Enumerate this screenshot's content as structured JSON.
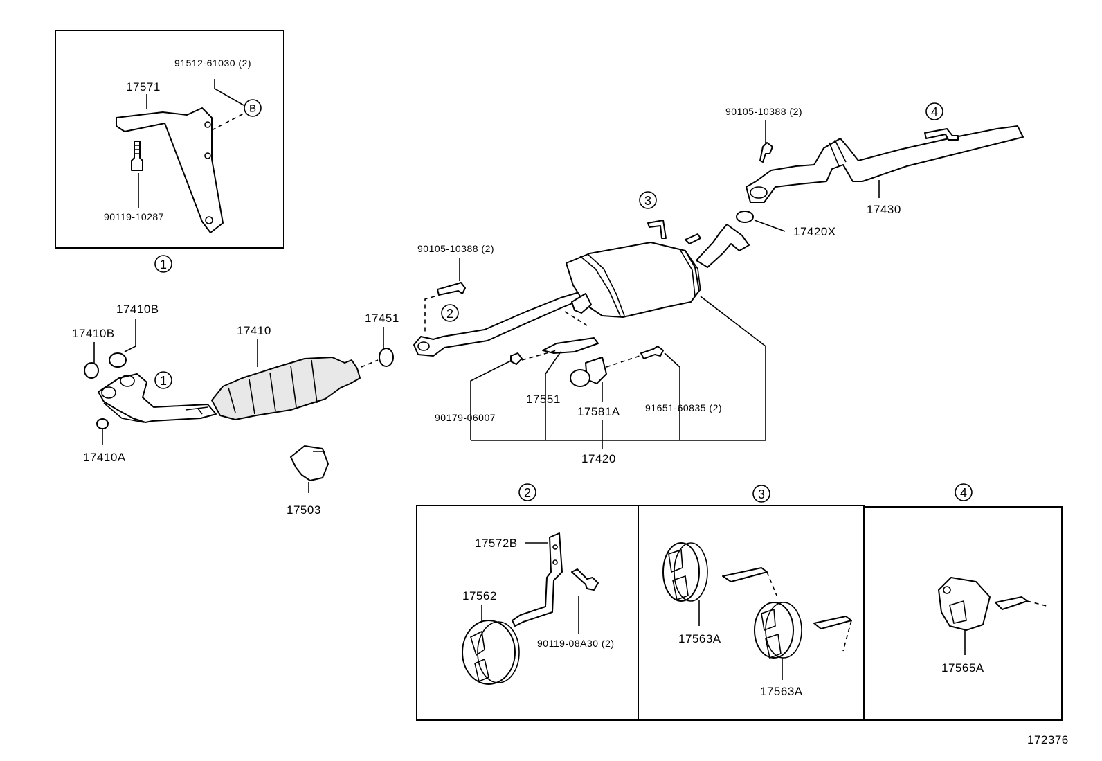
{
  "labels": {
    "p91512": "91512-61030 (2)",
    "p17571": "17571",
    "p90119_10287": "90119-10287",
    "circleB": "B",
    "p17410B_top": "17410B",
    "p17410B_left": "17410B",
    "p17410": "17410",
    "p17410A": "17410A",
    "p17503": "17503",
    "p17451": "17451",
    "p90105_mid": "90105-10388 (2)",
    "p90105_top": "90105-10388 (2)",
    "p17430": "17430",
    "p17420X": "17420X",
    "p90179": "90179-06007",
    "p17551": "17551",
    "p17581A": "17581A",
    "p91651": "91651-60835 (2)",
    "p17420": "17420",
    "p17572B": "17572B",
    "p17562": "17562",
    "p90119_08A30": "90119-08A30 (2)",
    "p17563A_a": "17563A",
    "p17563A_b": "17563A",
    "p17565A": "17565A",
    "figure_number": "172376"
  },
  "callouts": {
    "c1_box": "1",
    "c1_pipe": "1",
    "c2_pipe": "2",
    "c3_muffler": "3",
    "c4_tail": "4",
    "c2_box": "2",
    "c3_box": "3",
    "c4_box": "4"
  }
}
